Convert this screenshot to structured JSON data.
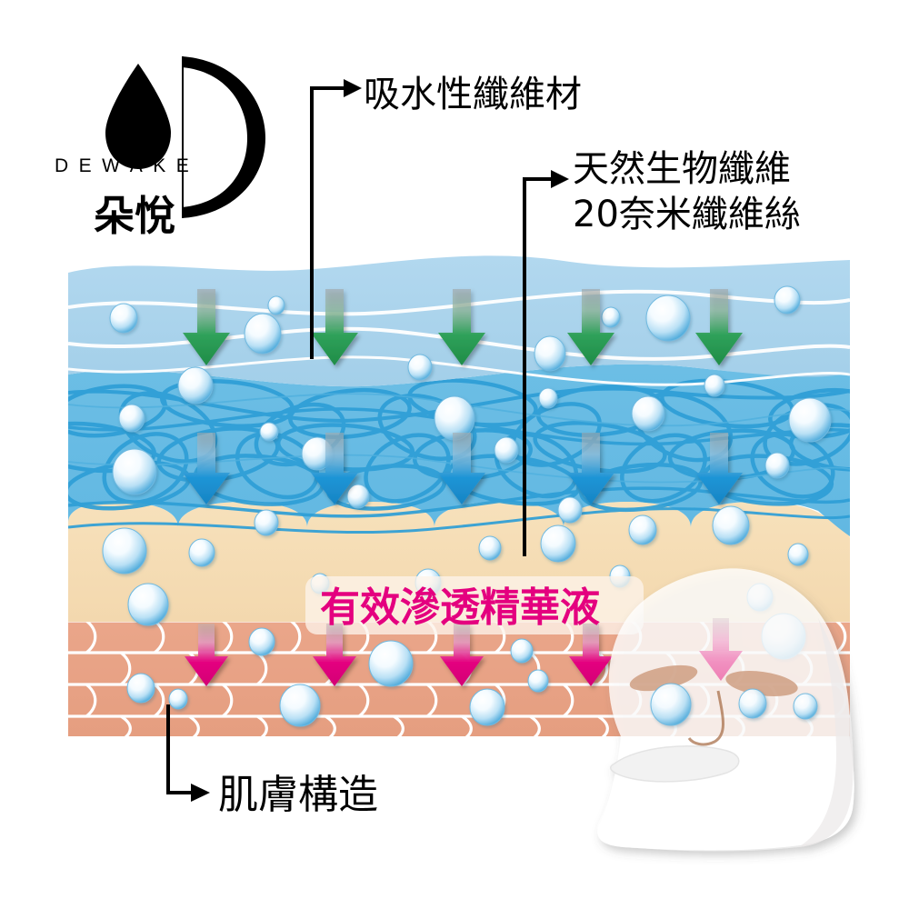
{
  "brand": {
    "logo_icon": "water-drop-crescent-logo",
    "name_latin": "DEWAKE",
    "name_cjk": "朵悅"
  },
  "labels": {
    "top_fiber": "吸水性纖維材",
    "bio_fiber_line1": "天然生物纖維",
    "bio_fiber_line2": "20奈米纖維絲",
    "essence": "有效滲透精華液",
    "skin_structure": "肌膚構造"
  },
  "colors": {
    "label_text": "#000000",
    "essence_text": "#E4007F",
    "essence_panel": "#FBEFE2",
    "layer_top_fiber": "#A9D3EC",
    "layer_top_fiber_light": "#BDDDF0",
    "layer_mesh": "#68BCE4",
    "layer_mesh_line": "#2C9BD6",
    "layer_epidermis": "#F5DDB4",
    "layer_dermis": "#E8A183",
    "layer_dermis_line": "#FFFFFF",
    "arrow_green": "#229B4E",
    "arrow_blue": "#1C92D2",
    "arrow_magenta": "#E4007F",
    "bubble_core": "#FFFFFF",
    "bubble_edge": "#4FAEE0",
    "mask_sheet": "#FFFFFF",
    "leader_line": "#000000"
  },
  "diagram": {
    "name": "skin-penetration-cross-section",
    "layers": [
      {
        "id": "absorbent-fiber-layer",
        "label_ref": "top_fiber",
        "color": "#A9D3EC"
      },
      {
        "id": "bio-cellulose-mesh-layer",
        "label_ref": "bio_fiber_line1",
        "color": "#68BCE4"
      },
      {
        "id": "epidermis-layer",
        "color": "#F5DDB4"
      },
      {
        "id": "dermis-layer",
        "label_ref": "skin_structure",
        "color": "#E8A183"
      }
    ],
    "arrow_rows": [
      {
        "id": "green-arrow-row",
        "color": "#229B4E",
        "count": 5,
        "x": [
          227,
          368,
          508,
          650,
          791
        ]
      },
      {
        "id": "blue-arrow-row",
        "color": "#1C92D2",
        "count": 5,
        "x": [
          227,
          368,
          508,
          650,
          791
        ]
      },
      {
        "id": "magenta-arrow-row",
        "color": "#E4007F",
        "count": 5,
        "x": [
          227,
          368,
          508,
          650,
          791
        ]
      }
    ]
  },
  "mask": {
    "name": "sheet-mask",
    "eye_holes": 2,
    "mouth_holes": 1
  }
}
